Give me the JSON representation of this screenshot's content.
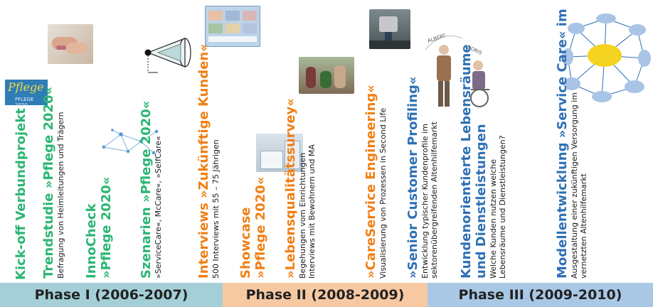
{
  "colors": {
    "phase1": "#a4cfd7",
    "phase2": "#f7c9a3",
    "phase3": "#a9c8e6",
    "green": "#2bb673",
    "orange": "#f07f14",
    "blue": "#2f70b5"
  },
  "phases": [
    {
      "label": "Phase I (2006-2007)"
    },
    {
      "label": "Phase II (2008-2009)"
    },
    {
      "label": "Phase III (2009-2010)"
    }
  ],
  "logo": {
    "brand": "Pflege",
    "sub": "PFLEGE 2020"
  },
  "items": [
    {
      "title": "Kick-off Verbundprojekt",
      "lines": []
    },
    {
      "title": "Trendstudie »Pflege 2020«",
      "lines": [
        "Befragung von Heimleitungen und Trägern"
      ]
    },
    {
      "title": "InnoCheck",
      "title2": "»Pflege 2020«",
      "lines": []
    },
    {
      "title": "Szenarien  »Pflege 2020«",
      "lines": [
        "»ServiceCare«, McCare«, »SelfCare«"
      ]
    },
    {
      "title": "Interviews »Zukünftige Kunden«",
      "lines": [
        "500 Interviews mit 55 – 75 Jährigen"
      ]
    },
    {
      "title": "Showcase",
      "title2": "»Pflege 2020«",
      "lines": []
    },
    {
      "title": "»Lebensqualitätssurvey«",
      "lines": [
        "Begehungen vom Einrichtungen",
        "Interviews mit Bewohnern und MA"
      ]
    },
    {
      "title": "»CareService Engineering«",
      "lines": [
        "Visualisierung von Prozessen in Second Life"
      ]
    },
    {
      "title": "»Senior Customer Profiling«",
      "lines": [
        "Entwicklung typischer Kundenprofile im",
        "sektorenübergreifenden Altenhilfemarkt"
      ]
    },
    {
      "title": "Kundenorientierte Lebensräume",
      "title2": "und Dienstleistungen",
      "lines": [
        "Welche Kunden nutzen welche",
        "Lebensräume und Dienstleistungen?"
      ]
    },
    {
      "title": "Modellentwicklung »Service Care« im",
      "lines": [
        "Ausgestaltung einer zukünftigen Versorgung im",
        "vernetzten Altenhilfemarkt"
      ]
    }
  ],
  "persona_labels": [
    "ALBERT",
    "DORIS"
  ]
}
